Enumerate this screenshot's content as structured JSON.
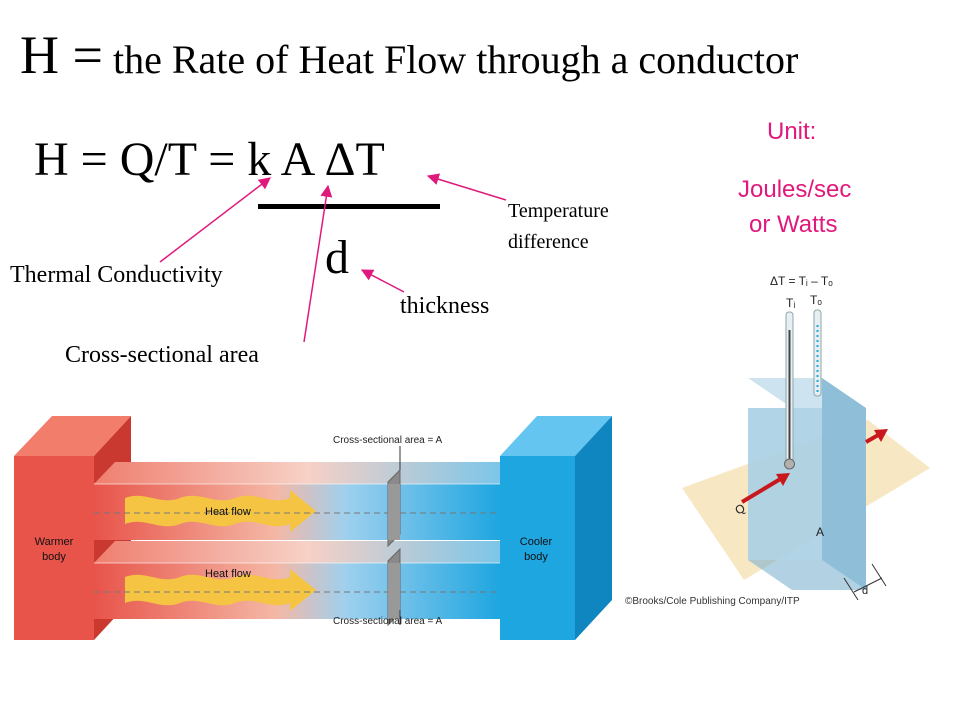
{
  "title": {
    "symbol": "H =",
    "text": "the Rate of Heat Flow through a conductor"
  },
  "formula": {
    "numerator": "H = Q/T = k A ΔT",
    "denominator": "d"
  },
  "unit": {
    "label": "Unit:",
    "line1": "Joules/sec",
    "line2": "or Watts"
  },
  "annotations": {
    "temperature_difference": "Temperature difference",
    "thermal_conductivity": "Thermal Conductivity",
    "thickness": "thickness",
    "cross_sectional_area": "Cross-sectional area"
  },
  "left_figure": {
    "warm_label_1": "Warmer",
    "warm_label_2": "body",
    "cool_label_1": "Cooler",
    "cool_label_2": "body",
    "heat_flow": "Heat flow",
    "area_label": "Cross-sectional area = A"
  },
  "right_figure": {
    "delta_eq": "ΔT = Tᵢ – Tₒ",
    "ti": "Tᵢ",
    "to": "Tₒ",
    "q": "Q",
    "a": "A",
    "d": "d",
    "credit": "©Brooks/Cole Publishing Company/ITP"
  },
  "colors": {
    "accent": "#e0197d",
    "warm": "#e8544a",
    "cool": "#1ea6e0",
    "arrow": "#f5c443"
  }
}
